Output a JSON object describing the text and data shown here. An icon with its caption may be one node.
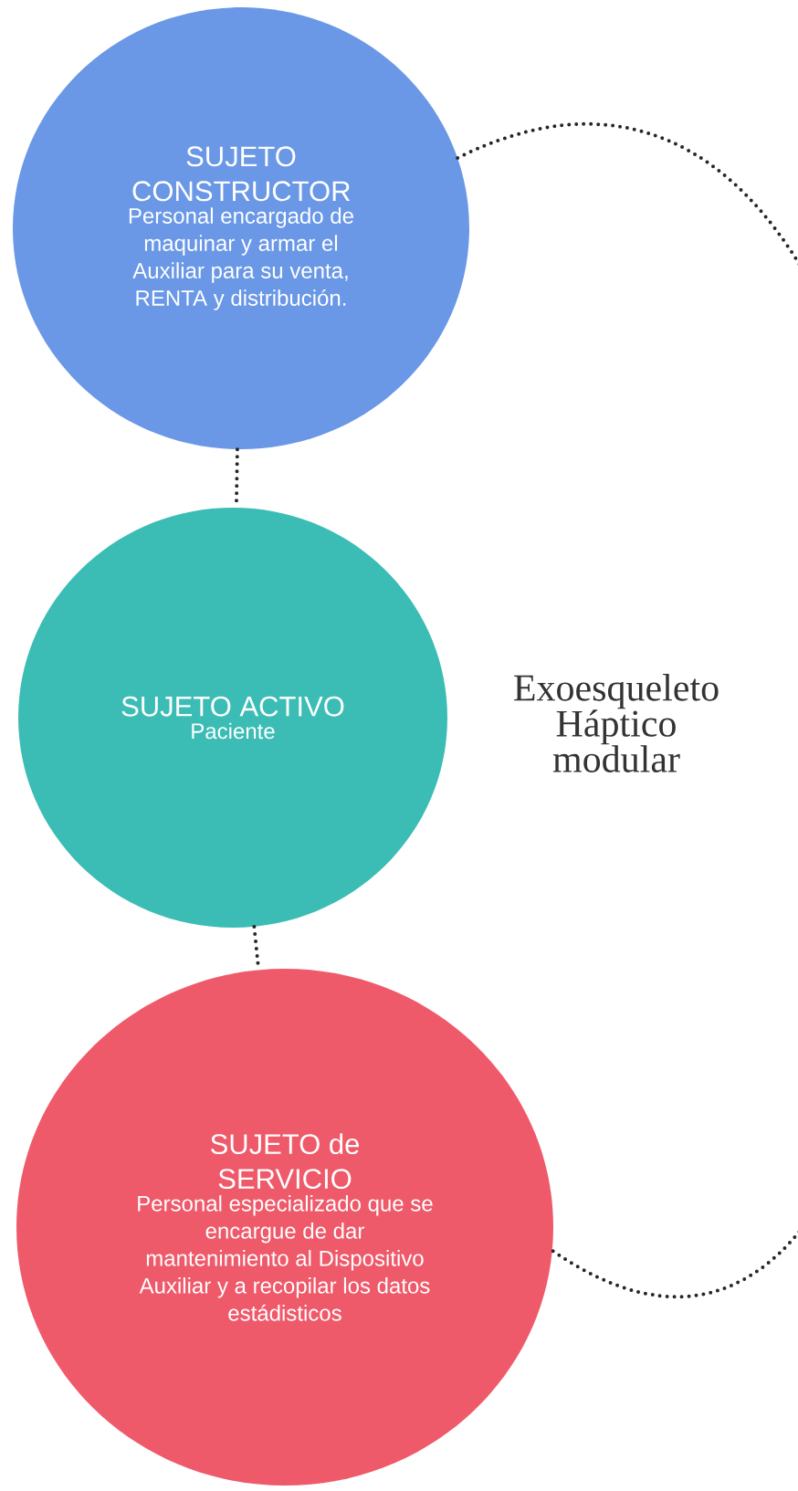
{
  "diagram": {
    "nodes": [
      {
        "text": [
          "SUJETO CONSTRUCTOR",
          "Personal encargado de maquinar y armar el Auxiliar para su venta, RENTA y distribución."
        ]
      },
      {
        "text": [
          "SUJETO ACTIVO",
          "Paciente"
        ]
      },
      {
        "text": [
          "SUJETO de SERVICIO",
          "Personal especializado que se encargue de dar mantenimiento al Dispositivo Auxiliar y a recopilar los datos estádisticos"
        ]
      }
    ],
    "edges": [
      {
        "from": 0,
        "to": 1,
        "arrow": "none"
      },
      {
        "from": 1,
        "to": 2,
        "arrow": "none"
      },
      {
        "from": 0,
        "to": 2,
        "arrow": "none"
      }
    ],
    "labels": [
      "Exoesqueleto Háptico modular"
    ]
  }
}
